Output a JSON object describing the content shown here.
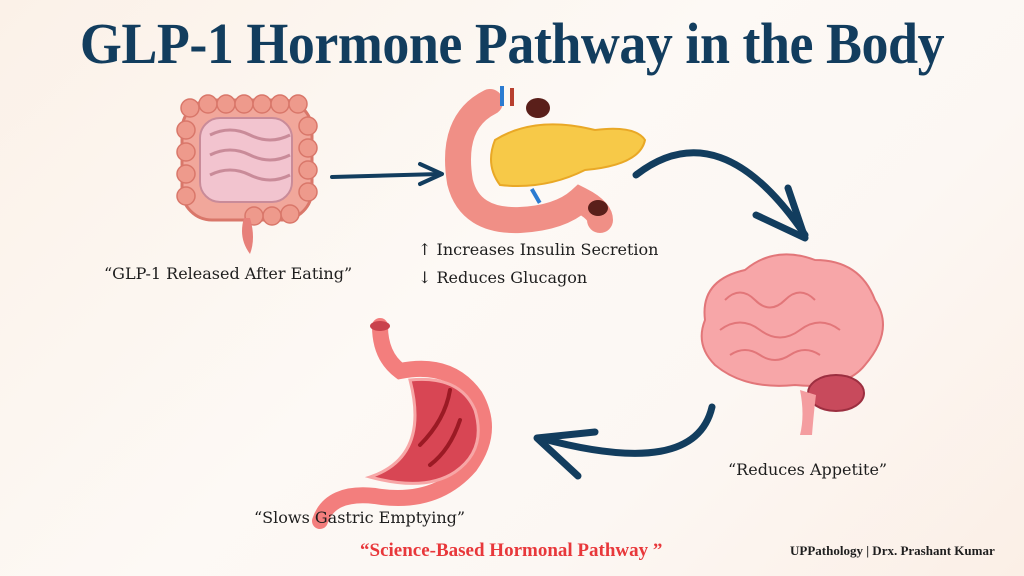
{
  "title": "GLP-1 Hormone Pathway in the Body",
  "steps": {
    "intestine": {
      "caption": "“GLP-1 Released After Eating”"
    },
    "pancreas": {
      "effects": [
        {
          "arrow": "↑",
          "text": "Increases Insulin Secretion"
        },
        {
          "arrow": "↓",
          "text": "Reduces Glucagon"
        }
      ]
    },
    "brain": {
      "caption": "“Reduces Appetite”"
    },
    "stomach": {
      "caption": "“Slows Gastric Emptying”"
    }
  },
  "footer": {
    "tagline": "“Science-Based Hormonal Pathway ”",
    "credit": "UPPathology | Drx. Prashant Kumar"
  },
  "colors": {
    "title": "#123d5e",
    "arrows": "#123d5e",
    "tagline": "#e8383b",
    "organ_pink": "#f08f86",
    "pancreas_yellow": "#f7c948"
  }
}
